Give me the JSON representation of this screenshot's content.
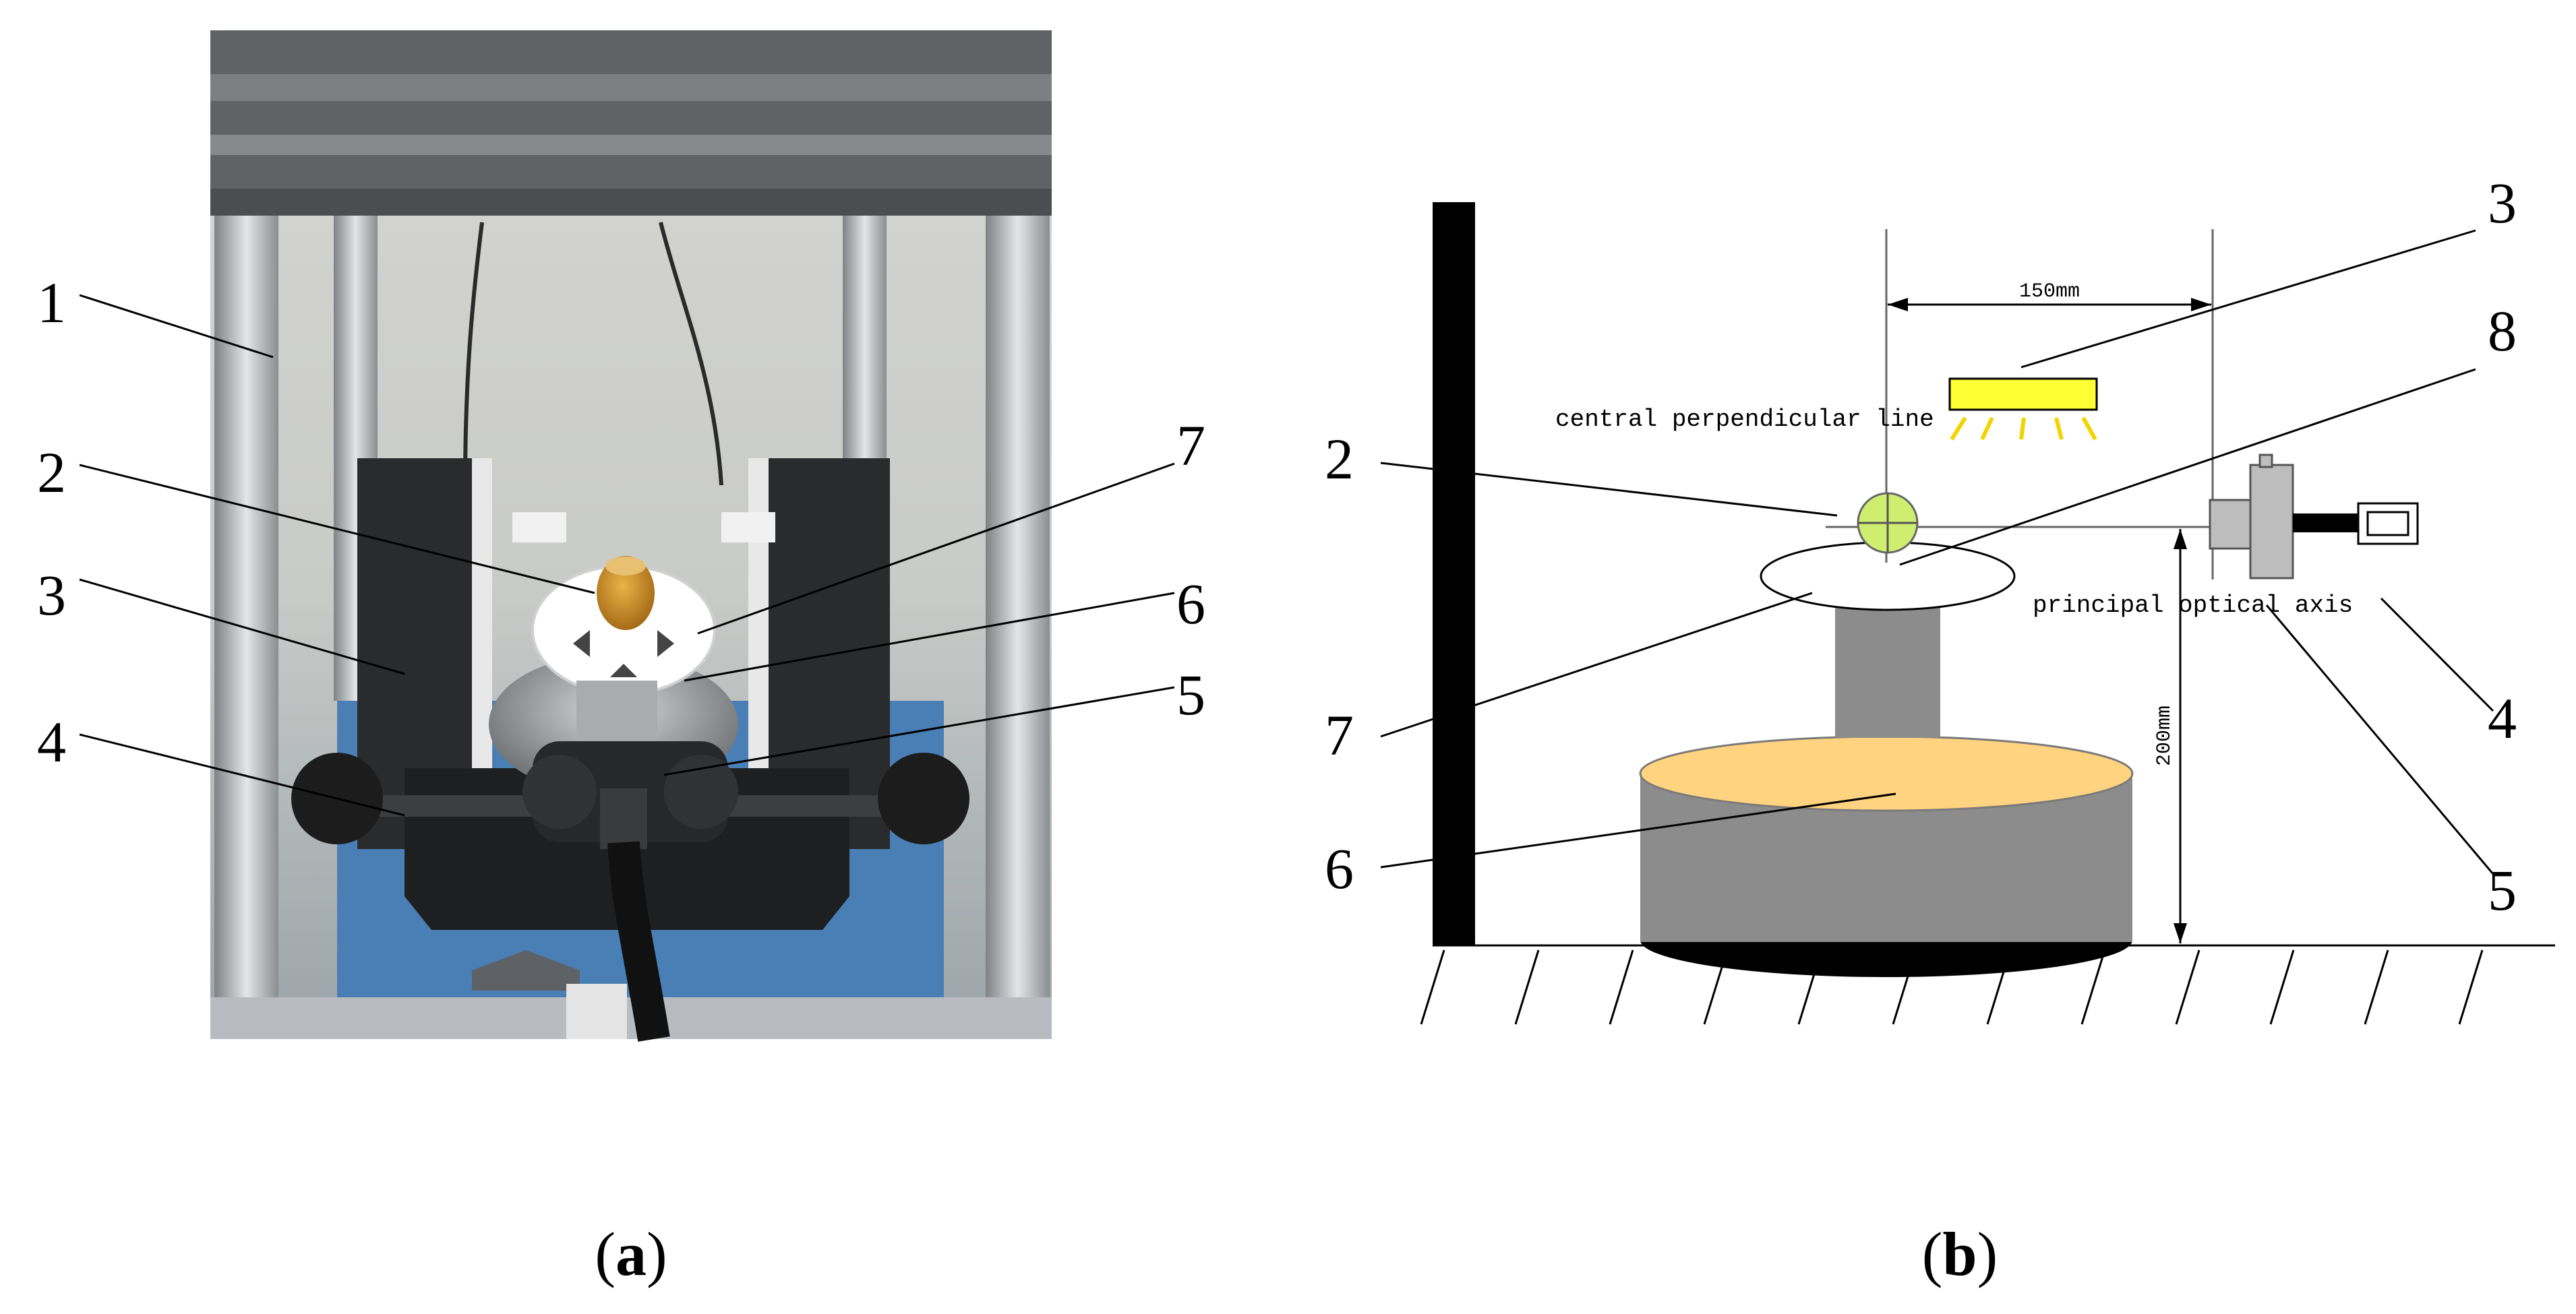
{
  "panel_a": {
    "caption_letter": "a",
    "labels": [
      "1",
      "2",
      "3",
      "4",
      "5",
      "6",
      "7"
    ]
  },
  "panel_b": {
    "caption_letter": "b",
    "labels": [
      "2",
      "3",
      "8",
      "4",
      "7",
      "6",
      "5"
    ],
    "dimension_horizontal": "150mm",
    "dimension_vertical": "200mm",
    "text_central_line": "central perpendicular line",
    "text_optical_axis": "principal optical axis"
  },
  "colors": {
    "light_bar": "#ffff33",
    "sample": "#cfee70",
    "pedestal": "#8c8c8c",
    "turntable_top": "#ffd37f",
    "camera": "#bdbdbd"
  }
}
